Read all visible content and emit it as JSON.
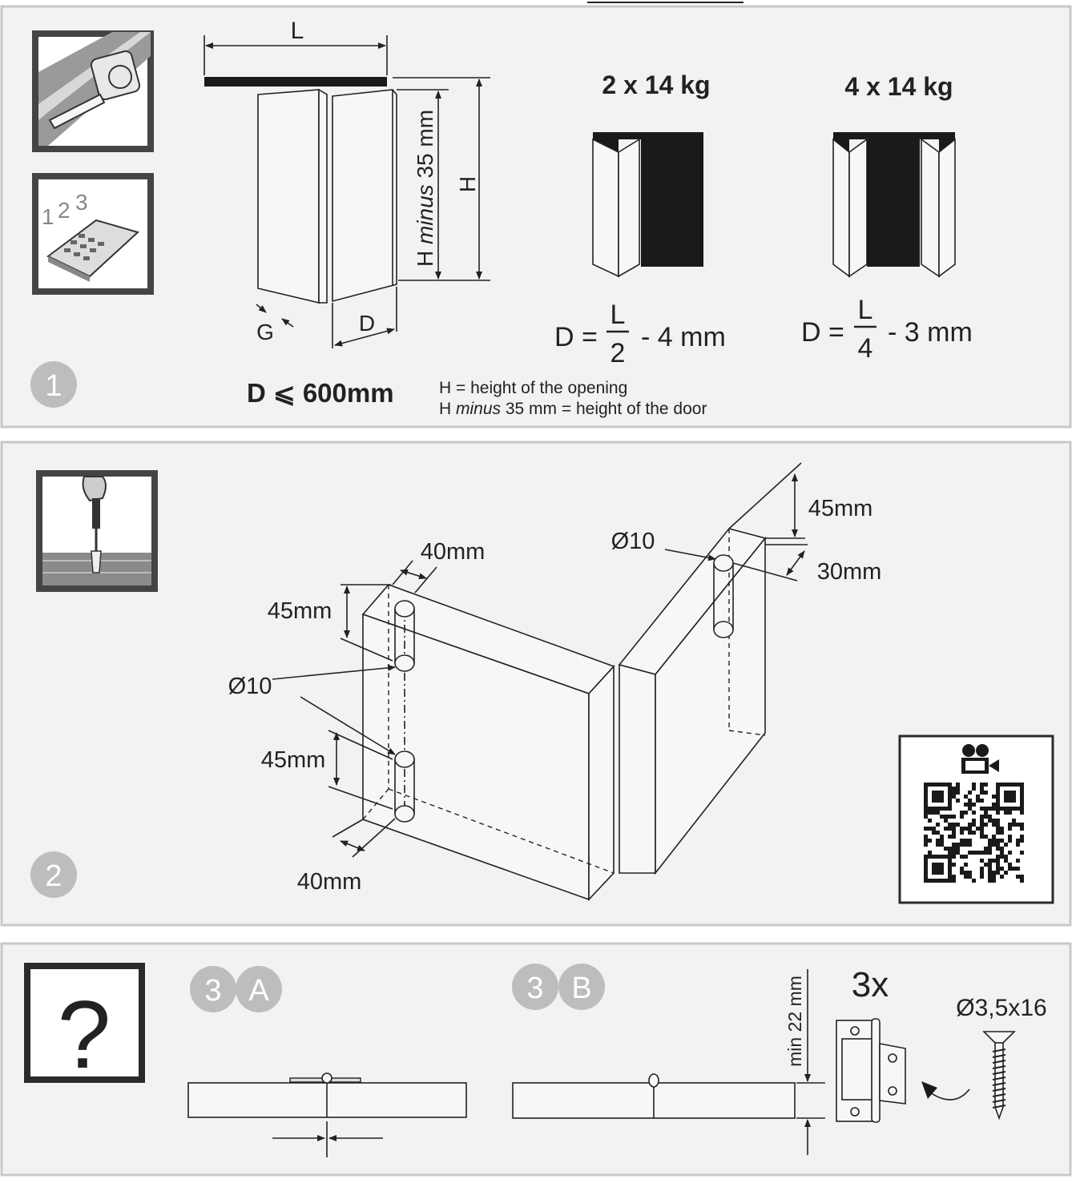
{
  "colors": {
    "panel_bg": "#f2f2f2",
    "panel_border": "#c8c8c8",
    "step_badge": "#bdbdbd",
    "ink": "#222222"
  },
  "step1": {
    "badge": "1",
    "icons": [
      "tape-measure-icon",
      "calculator-icon"
    ],
    "dim_L": "L",
    "dim_H": "H",
    "dim_H_minus_prefix": "H ",
    "dim_H_minus_italic": "minus",
    "dim_H_minus_suffix": " 35 mm",
    "dim_G": "G",
    "dim_D": "D",
    "config_2": {
      "title": "2 x 14 kg",
      "lhs": "D =",
      "num": "L",
      "den": "2",
      "rhs": "- 4 mm"
    },
    "config_4": {
      "title": "4 x 14 kg",
      "lhs": "D =",
      "num": "L",
      "den": "4",
      "rhs": "- 3 mm"
    },
    "max_rule": "D ⩽ 600mm",
    "note_1": "H = height of the opening",
    "note_2_prefix": "H ",
    "note_2_italic": "minus",
    "note_2_suffix": " 35 mm = height of the door"
  },
  "step2": {
    "badge": "2",
    "icon": "screwdriver-icon",
    "labels": {
      "top_offset": "40mm",
      "top_spacing": "45mm",
      "diameter_left": "Ø10",
      "bottom_spacing": "45mm",
      "bottom_offset": "40mm",
      "diameter_right": "Ø10",
      "right_spacing": "45mm",
      "right_offset": "30mm"
    },
    "video_qr": {
      "icon": "video-camera-icon"
    }
  },
  "step3": {
    "help_symbol": "?",
    "option_a": {
      "number": "3",
      "letter": "A"
    },
    "option_b": {
      "number": "3",
      "letter": "B"
    },
    "min_thickness": "min 22 mm",
    "hinge_qty": "3x",
    "screw_spec": "Ø3,5x16"
  }
}
